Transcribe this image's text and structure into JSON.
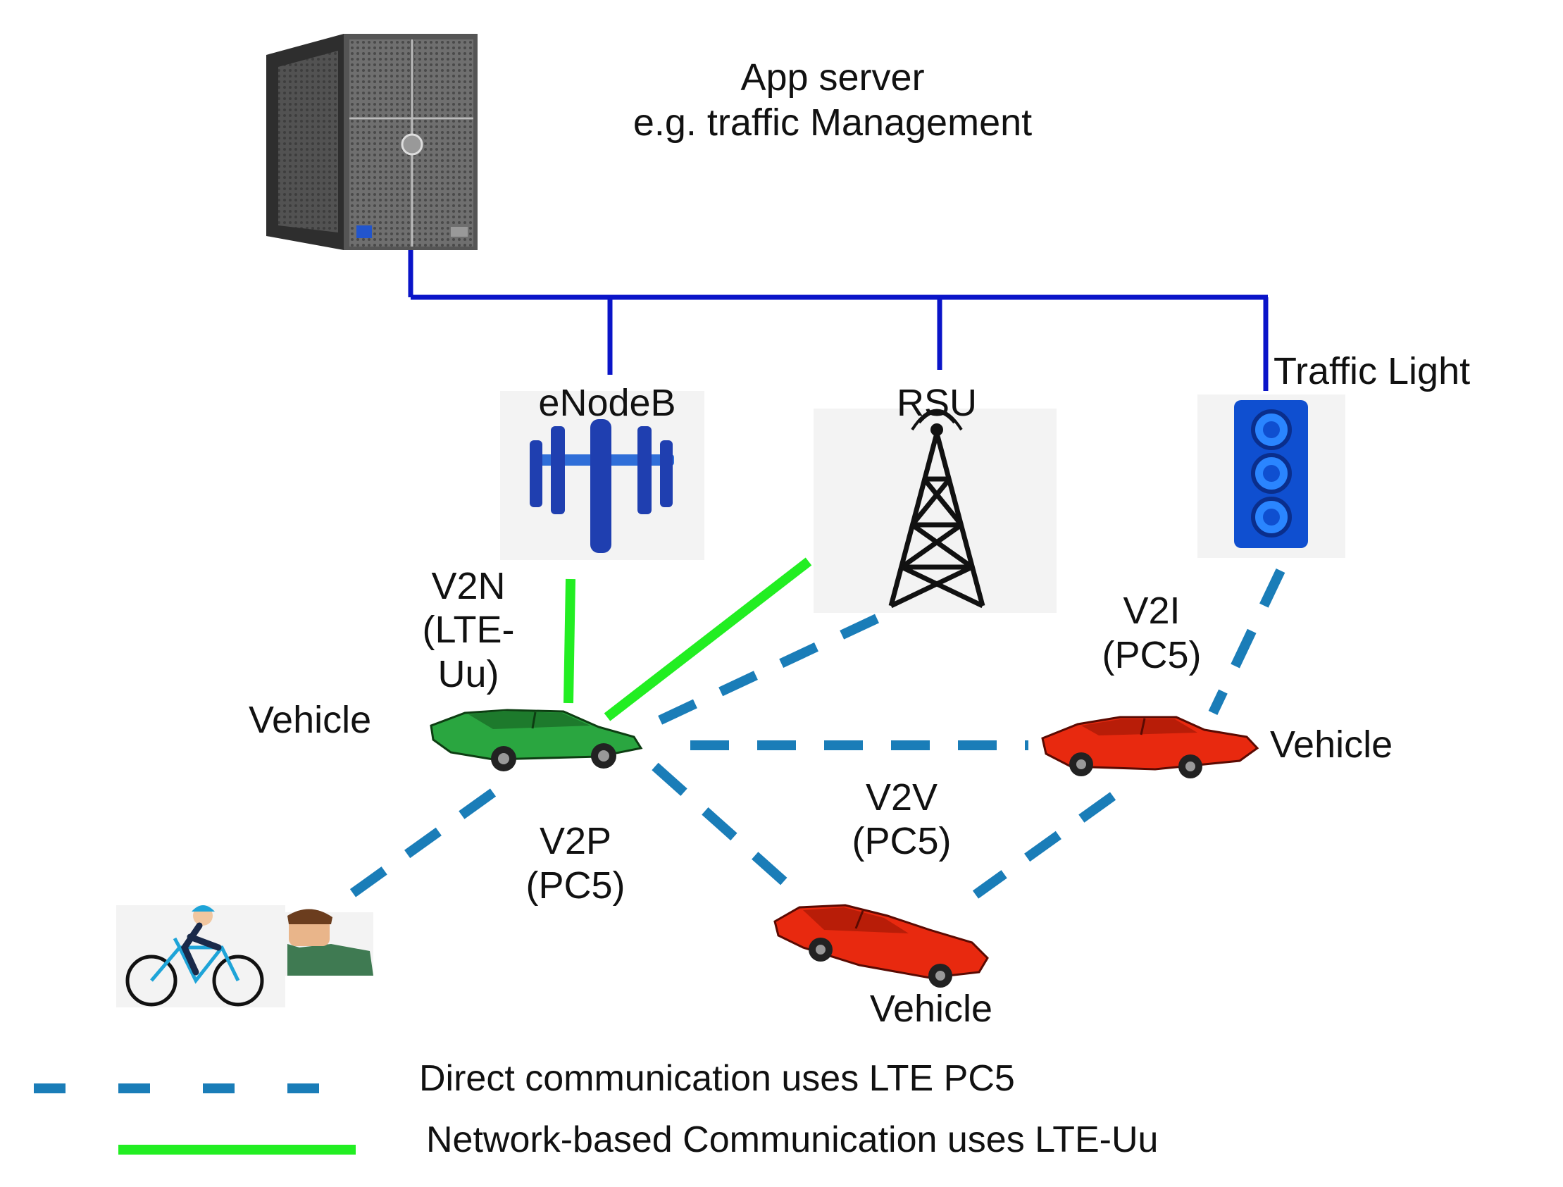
{
  "labels": {
    "server_line1": "App server",
    "server_line2": "e.g. traffic Management",
    "enodeb": "eNodeB",
    "rsu": "RSU",
    "traffic_light": "Traffic Light",
    "v2n_line1": "V2N",
    "v2n_line2": "(LTE-",
    "v2n_line3": "Uu)",
    "v2i_line1": "V2I",
    "v2i_line2": "(PC5)",
    "v2v_line1": "V2V",
    "v2v_line2": "(PC5)",
    "v2p_line1": "V2P",
    "v2p_line2": "(PC5)",
    "vehicle_left": "Vehicle",
    "vehicle_right": "Vehicle",
    "vehicle_bottom": "Vehicle"
  },
  "legend": {
    "direct": "Direct communication uses LTE PC5",
    "network": "Network-based Communication uses LTE-Uu"
  },
  "colors": {
    "backbone": "#0a14c8",
    "direct_link": "#1a7db8",
    "network_link": "#22ee22",
    "green_car": "#2aa640",
    "red_car": "#e8290f",
    "antenna_blue": "#1f3fb0",
    "traffic_light_blue": "#0f4fd0"
  },
  "icons": [
    "server-icon",
    "enodeb-antenna-icon",
    "rsu-tower-icon",
    "traffic-light-icon",
    "green-car-icon",
    "red-car-icon",
    "cyclist-icon",
    "pedestrian-icon"
  ]
}
